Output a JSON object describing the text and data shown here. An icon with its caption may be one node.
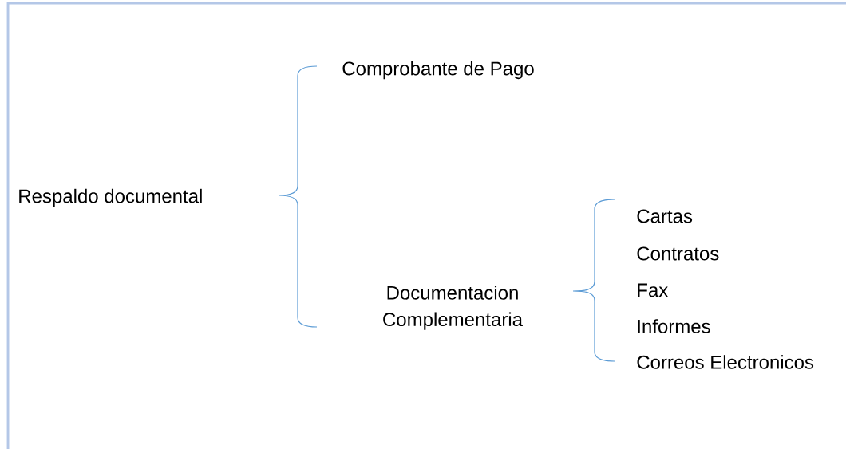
{
  "diagram": {
    "labels": [
      "Comprobante de Pago",
      "Respaldo documental",
      "Cartas",
      "Contratos",
      "Documentacion Complementaria",
      "Fax",
      "Informes",
      "Correos Electronicos"
    ]
  }
}
